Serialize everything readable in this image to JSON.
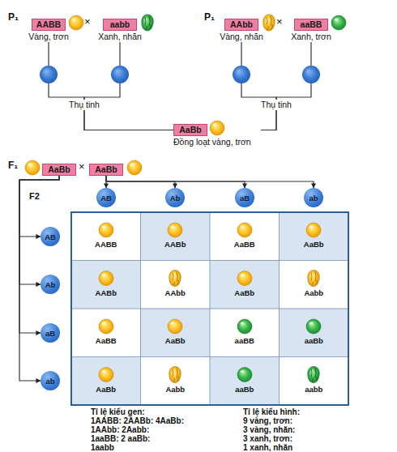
{
  "diagram": {
    "nodes": [
      {
        "text": [
          "AABB",
          "Vàng, trơn"
        ]
      },
      {
        "text": [
          "aabb",
          "Xanh, nhăn"
        ]
      },
      {
        "text": [
          "AAbb",
          "Vàng, nhăn"
        ]
      },
      {
        "text": [
          "aaBB",
          "Xanh, trơn"
        ]
      },
      {
        "text": [
          "AaBb",
          "Đồng loạt vàng, trơn"
        ]
      },
      {
        "text": [
          "AaBb"
        ]
      },
      {
        "text": [
          "AaBb"
        ]
      },
      {
        "text": [
          "AB"
        ]
      },
      {
        "text": [
          "Ab"
        ]
      },
      {
        "text": [
          "aB"
        ]
      },
      {
        "text": [
          "ab"
        ]
      },
      {
        "text": [
          "AB"
        ]
      },
      {
        "text": [
          "Ab"
        ]
      },
      {
        "text": [
          "aB"
        ]
      },
      {
        "text": [
          "ab"
        ]
      }
    ],
    "edges": [
      {
        "from": 0,
        "to": 4,
        "arrow": "none"
      },
      {
        "from": 1,
        "to": 4,
        "arrow": "none"
      },
      {
        "from": 2,
        "to": 4,
        "arrow": "none"
      },
      {
        "from": 3,
        "to": 4,
        "arrow": "none"
      },
      {
        "from": 6,
        "to": 7,
        "arrow": "to"
      },
      {
        "from": 6,
        "to": 8,
        "arrow": "to"
      },
      {
        "from": 6,
        "to": 9,
        "arrow": "to"
      },
      {
        "from": 6,
        "to": 10,
        "arrow": "to"
      },
      {
        "from": 5,
        "to": 11,
        "arrow": "to"
      },
      {
        "from": 5,
        "to": 12,
        "arrow": "to"
      },
      {
        "from": 5,
        "to": 13,
        "arrow": "to"
      },
      {
        "from": 5,
        "to": 14,
        "arrow": "to"
      }
    ],
    "labels": [
      "P₁",
      "×",
      "P₁",
      "×",
      "Thụ tinh",
      "Thụ tinh",
      "F₁",
      "×",
      "F2",
      "AABB",
      "AABb",
      "AaBB",
      "AaBb",
      "AABb",
      "AAbb",
      "AaBb",
      "Aabb",
      "AaBB",
      "AaBb",
      "aaBB",
      "aaBb",
      "AaBb",
      "Aabb",
      "aaBb",
      "aabb",
      "Tỉ lệ kiểu gen:",
      "1AABB: 2AABb: 4AaBb:",
      "1AAbb: 2Aabb:",
      "1aaBB: 2 aaBb:",
      "1aabb",
      "Tỉ lệ kiểu hình:",
      "9 vàng, trơn:",
      "3 vàng, nhăn:",
      "3 xanh, trơn:",
      "1 xanh, nhăn"
    ]
  }
}
